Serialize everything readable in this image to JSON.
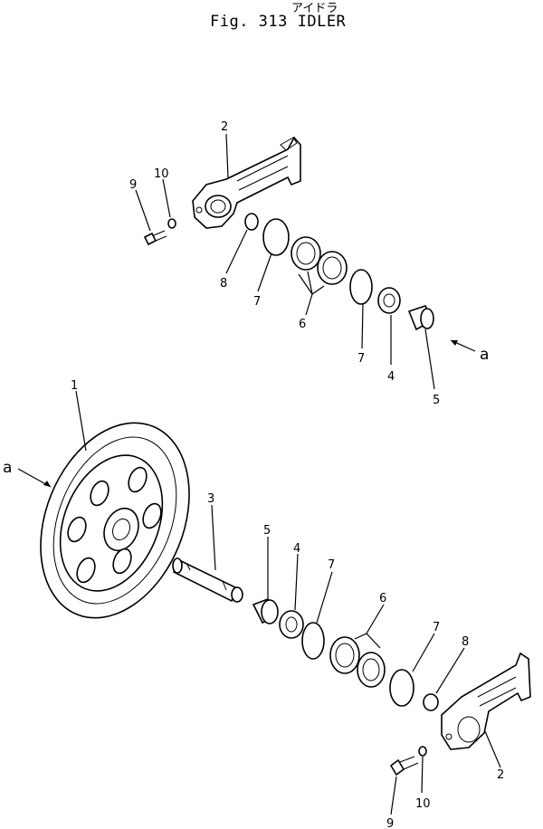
{
  "header": {
    "jp_title": "アイドラ",
    "fig_title": "Fig. 313 IDLER"
  },
  "labels": {
    "upper": {
      "p2": "2",
      "p10": "10",
      "p9": "9",
      "p8": "8",
      "p7a": "7",
      "p6": "6",
      "p7b": "7",
      "p4": "4",
      "p5": "5",
      "a": "a"
    },
    "lower": {
      "p1": "1",
      "a": "a",
      "p3": "3",
      "p5": "5",
      "p4": "4",
      "p7a": "7",
      "p6": "6",
      "p7b": "7",
      "p8": "8",
      "p2": "2",
      "p10": "10",
      "p9": "9"
    }
  }
}
